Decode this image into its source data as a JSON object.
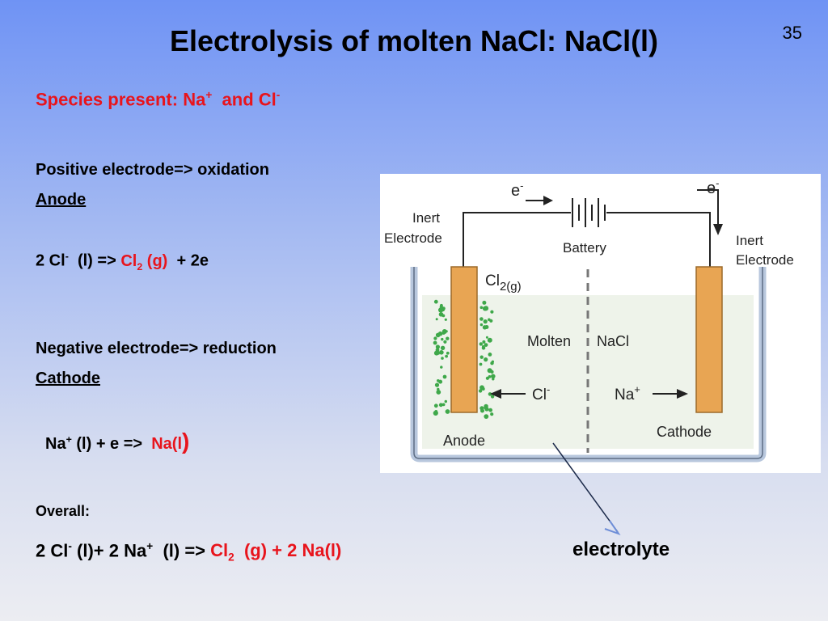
{
  "slide": {
    "title": "Electrolysis of molten NaCl:  NaCl(l)",
    "number": "35"
  },
  "species": {
    "label": "Species present: Na",
    "cation_charge": "+",
    "and": "and  Cl",
    "anion_charge": "-"
  },
  "anode": {
    "heading": "Positive electrode=> oxidation",
    "name": "Anode",
    "eq_lhs": "2 Cl",
    "eq_lhs_charge": "-",
    "eq_state": "(l) =>",
    "eq_product": "Cl",
    "eq_product_sub": "2",
    "eq_product_state": "(g)",
    "eq_rhs": "+  2e"
  },
  "cathode": {
    "heading": "Negative electrode=> reduction",
    "name": "Cathode",
    "eq_lhs": "Na",
    "eq_lhs_charge": "+",
    "eq_mid": "(l)  +  e =>",
    "eq_product": "Na(l",
    "eq_product_close": ")"
  },
  "overall": {
    "label": "Overall:",
    "p1": "2 Cl",
    "p1_charge": "-",
    "p2": "(l)+ 2 Na",
    "p2_charge": "+",
    "p3": "(l) =>",
    "p4": "Cl",
    "p4_sub": "2",
    "p5": "(g) + 2 Na(l)"
  },
  "diagram": {
    "electron_left": "e",
    "electron_right": "e",
    "electron_charge": "-",
    "inert_left_1": "Inert",
    "inert_left_2": "Electrode",
    "battery": "Battery",
    "inert_right_1": "Inert",
    "inert_right_2": "Electrode",
    "cl2": "Cl",
    "cl2_sub": "2(g)",
    "molten": "Molten",
    "nacl": "NaCl",
    "cl_ion": "Cl",
    "cl_ion_charge": "-",
    "na_ion": "Na",
    "na_ion_charge": "+",
    "anode": "Anode",
    "cathode": "Cathode"
  },
  "annotation": {
    "electrolyte": "electrolyte"
  },
  "colors": {
    "text_red": "#e8141c",
    "electrode": "#e8a553",
    "bubbles": "#3fa84a",
    "arrow_blue": "#6f8fd8"
  }
}
